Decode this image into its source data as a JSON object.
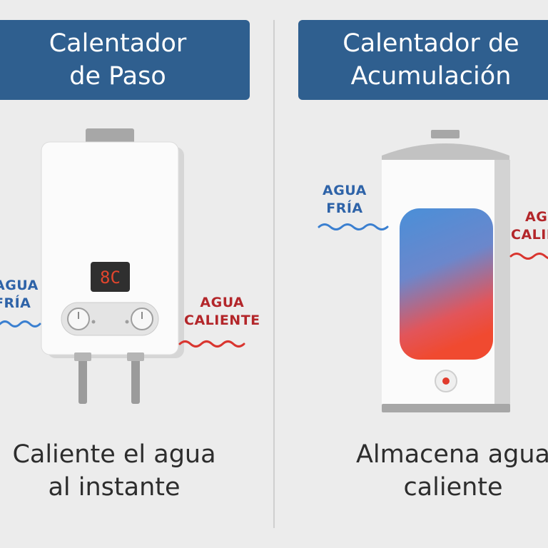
{
  "left_panel": {
    "title_line1": "Calentador",
    "title_line2": "de Paso",
    "display_text": "8C",
    "cold_label_line1": "AGUA",
    "cold_label_line2": "FRÍA",
    "hot_label_line1": "AGUA",
    "hot_label_line2": "CALIENTE",
    "caption_line1": "Caliente el agua",
    "caption_line2": "al instante"
  },
  "right_panel": {
    "title_line1": "Calentador de",
    "title_line2": "Acumulación",
    "cold_label_line1": "AGUA",
    "cold_label_line2": "FRÍA",
    "hot_label_line1": "AGUA",
    "hot_label_line2": "CALIENTE",
    "caption_line1": "Almacena agua",
    "caption_line2": "caliente"
  },
  "colors": {
    "title_background": "#2f5f8f",
    "cold_water": "#3a7fd0",
    "hot_water": "#d9352f",
    "display": "#e2452d"
  }
}
